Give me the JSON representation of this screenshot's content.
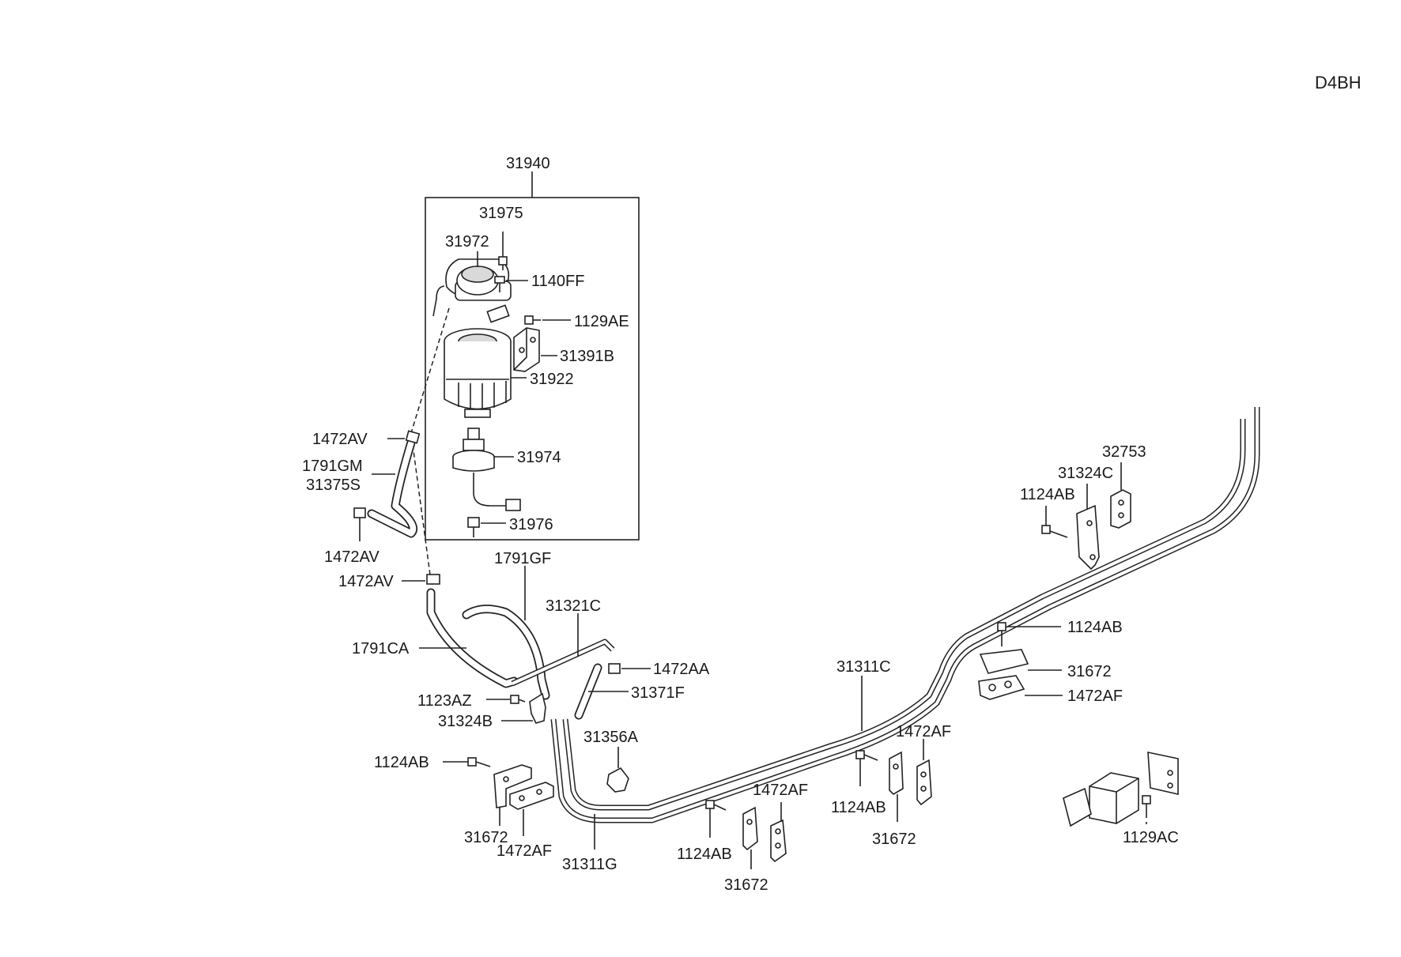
{
  "diagram_code": "D4BH",
  "labels": {
    "p31940": "31940",
    "p31975": "31975",
    "p31972": "31972",
    "p1140FF": "1140FF",
    "p1129AE": "1129AE",
    "p31391B": "31391B",
    "p31922": "31922",
    "p31974": "31974",
    "p31976": "31976",
    "p1472AV_a": "1472AV",
    "p1791GM": "1791GM",
    "p31375S": "31375S",
    "p1472AV_b": "1472AV",
    "p1472AV_c": "1472AV",
    "p1791GF": "1791GF",
    "p31321C": "31321C",
    "p1791CA": "1791CA",
    "p1472AA": "1472AA",
    "p31371F": "31371F",
    "p1123AZ": "1123AZ",
    "p31324B": "31324B",
    "p31356A": "31356A",
    "p1124AB_a": "1124AB",
    "p31672_a": "31672",
    "p1472AF_a": "1472AF",
    "p31311G": "31311G",
    "p1124AB_b": "1124AB",
    "p31672_b": "31672",
    "p1472AF_b": "1472AF",
    "p1124AB_c": "1124AB",
    "p31672_c": "31672",
    "p1472AF_c": "1472AF",
    "p31311C": "31311C",
    "p1124AB_d": "1124AB",
    "p31672_d": "31672",
    "p1472AF_d": "1472AF",
    "p31324C": "31324C",
    "p32753": "32753",
    "p1124AB_e": "1124AB",
    "p1129AC": "1129AC"
  }
}
